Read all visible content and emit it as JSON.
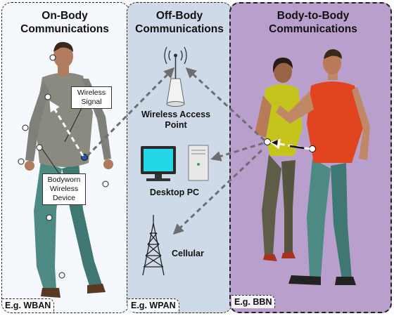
{
  "panels": {
    "on_body": {
      "title_line1": "On-Body",
      "title_line2": "Communications",
      "example": "E.g. WBAN"
    },
    "off_body": {
      "title_line1": "Off-Body",
      "title_line2": "Communications",
      "example": "E.g. WPAN"
    },
    "body_to_body": {
      "title_line1": "Body-to-Body",
      "title_line2": "Communications",
      "example": "E.g. BBN"
    }
  },
  "callouts": {
    "wireless_signal": {
      "line1": "Wireless",
      "line2": "Signal"
    },
    "bodyworn_device": {
      "line1": "Bodyworn",
      "line2": "Wireless",
      "line3": "Device"
    }
  },
  "devices": {
    "access_point": {
      "line1": "Wireless Access",
      "line2": "Point"
    },
    "desktop": {
      "label": "Desktop PC"
    },
    "cellular": {
      "label": "Cellular"
    }
  },
  "colors": {
    "on_body_bg": "#f5f8fc",
    "off_body_bg": "#cfdae8",
    "body_to_body_bg": "#b9a0cc",
    "arrow": "#6e6e6e",
    "sensor_active": "#2255aa"
  }
}
